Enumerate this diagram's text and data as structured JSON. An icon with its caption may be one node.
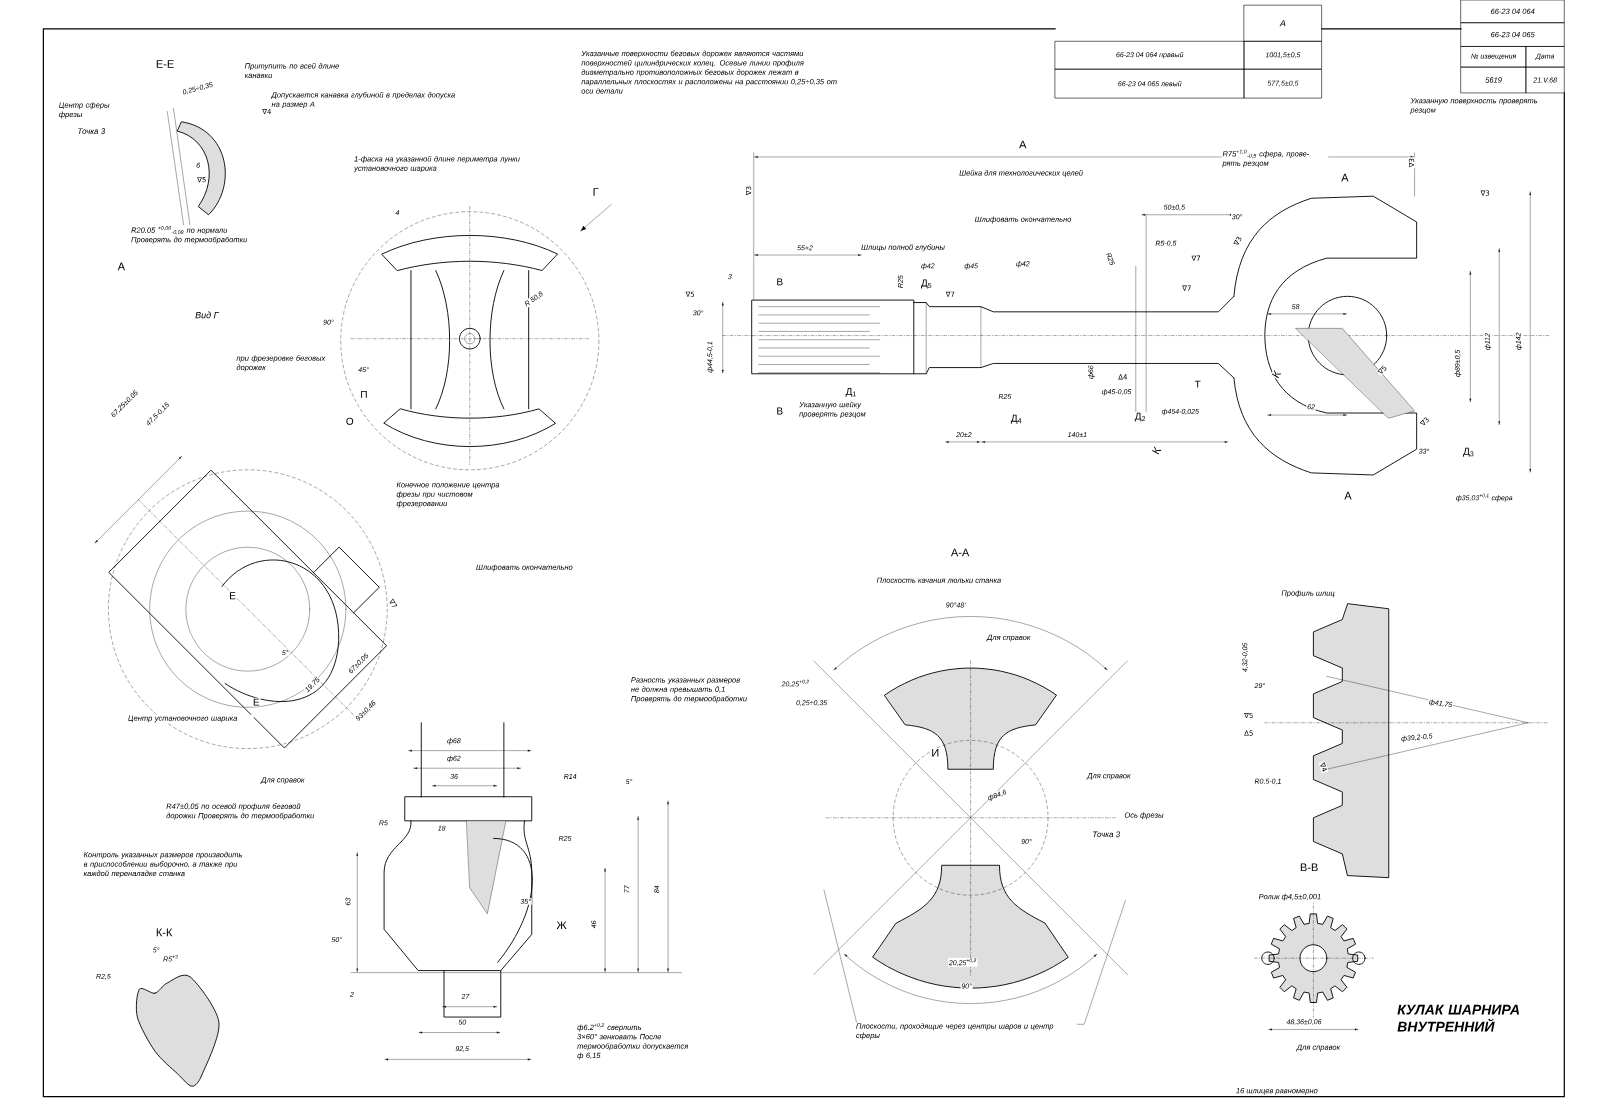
{
  "diagram": {
    "title": "КУЛАК ШАРНИРА ВНУТРЕННИЙ",
    "labels": [
      "Е-Е",
      "Притупить по всей длине канавки",
      "0,25÷0,35",
      "Центр сферы фрезы",
      "Точка 3",
      "Допускается канавка глубиной в пределах допуска на размер А",
      "∇4",
      "6",
      "∇5",
      "R20.05 $^{+0,06}$$_{-0,08}$ по нормали Проверять до термообработки",
      "А",
      "1-фаска на указанной длине периметра лунки установочного шарика",
      "4",
      "Г",
      "Вид Г",
      "90°",
      "R 50,8",
      "45°",
      "П",
      "О",
      "при фрезеровке беговых дорожек",
      "67,25±0,05",
      "47,5-0,15",
      "Конечное положение центра фрезы при чистовом фрезеровании",
      "Шлифовать окончательно",
      "∇7",
      "Е",
      "Е",
      "5°",
      "19,75",
      "67±0,05",
      "93±0,46",
      "Центр установочного шарика",
      "Для справок",
      "R47±0,05 по осевой профиля беговой дорожки Проверять до термообработки",
      "Контроль указанных размеров производить в приспособлении выборочно, а также при каждой переналадке станка",
      "К-К",
      "5°",
      "R2,5",
      "R5$^{+3}$",
      "ф68",
      "ф62",
      "36",
      "R14",
      "5°",
      "R5",
      "18",
      "R25",
      "63",
      "35°",
      "Ж",
      "46",
      "77",
      "84",
      "50°",
      "2",
      "27",
      "50",
      "92,5",
      "ф6,2$^{+0,2}$ сверлить 3×60° зенковать После термообработки допускается ф 6,15",
      "Разность указанных размеров не должна превышать 0,1 Проверять до термообработки",
      "А-А",
      "Плоскость качания люльки станка",
      "90°48'",
      "Для справок",
      "20,25$^{+0,2}$",
      "0,25÷0,35",
      "И",
      "ф84,6",
      "Для справок",
      "Ось фрезы",
      "Точка 3",
      "90°",
      "20,25$^{+0,2}$",
      "90°",
      "Плоскости, проходящие через центры шаров и центр сферы",
      "Профиль шлиц",
      "4,32-0,05",
      "29°",
      "∇5",
      "Δ5",
      "ф41,75",
      "ф39,2-0,5",
      "∇4",
      "R0,5-0,1",
      "В-В",
      "Ролик ф4,5±0,001",
      "48,36±0,06",
      "Для справок",
      "16 шлицев равномерно",
      "Указанные поверхности беговых дорожек являются частями поверхностей цилиндрических колец. Осевые линии профиля диаметрально противоположных беговых дорожек лежат в параллельных плоскостях и расположены на расстоянии 0,25÷0,35 от оси детали",
      "А",
      "66-23 04 064 правый",
      "1001,5±0,5",
      "66-23 04 065 левый",
      "577,5±0,5",
      "66-23 04 064",
      "66-23 04 065",
      "№ извещения",
      "Дата",
      "5619",
      "21.V.68",
      "Указанную поверхность проверять резцом",
      "А",
      "∇3",
      "R75$^{+1,0}$$_{-0,5}$ сфера, прове- рять резцом",
      "Шейка для технологических целей",
      "А",
      "∇3",
      "∇3",
      "Шлифовать окончательно",
      "50±0,5",
      "30°",
      "R25",
      "R5-0,5",
      "∇7",
      "∇3",
      "55+2",
      "Шлицы полной глубины",
      "ф42",
      "ф45",
      "ф42",
      "R25",
      "Д$_{5}$",
      "∇7",
      "3",
      "В",
      "∇5",
      "30°",
      "ф44,5-0,1",
      "∇7",
      "58",
      "ф89±0,5",
      "ф112",
      "ф142",
      "∇5",
      "К",
      "ф66",
      "Т",
      "ф45-0,05",
      "Δ4",
      "Д$_{1}$",
      "Указанную шейку проверять резцом",
      "R25",
      "62",
      "Д$_{4}$",
      "Д$_{2}$",
      "ф454-0,025",
      "В",
      "∇3",
      "20±2",
      "140±1",
      "К",
      "33°",
      "Д$_{3}$",
      "А",
      "ф35,03$^{+0,1}$ сфера"
    ]
  }
}
